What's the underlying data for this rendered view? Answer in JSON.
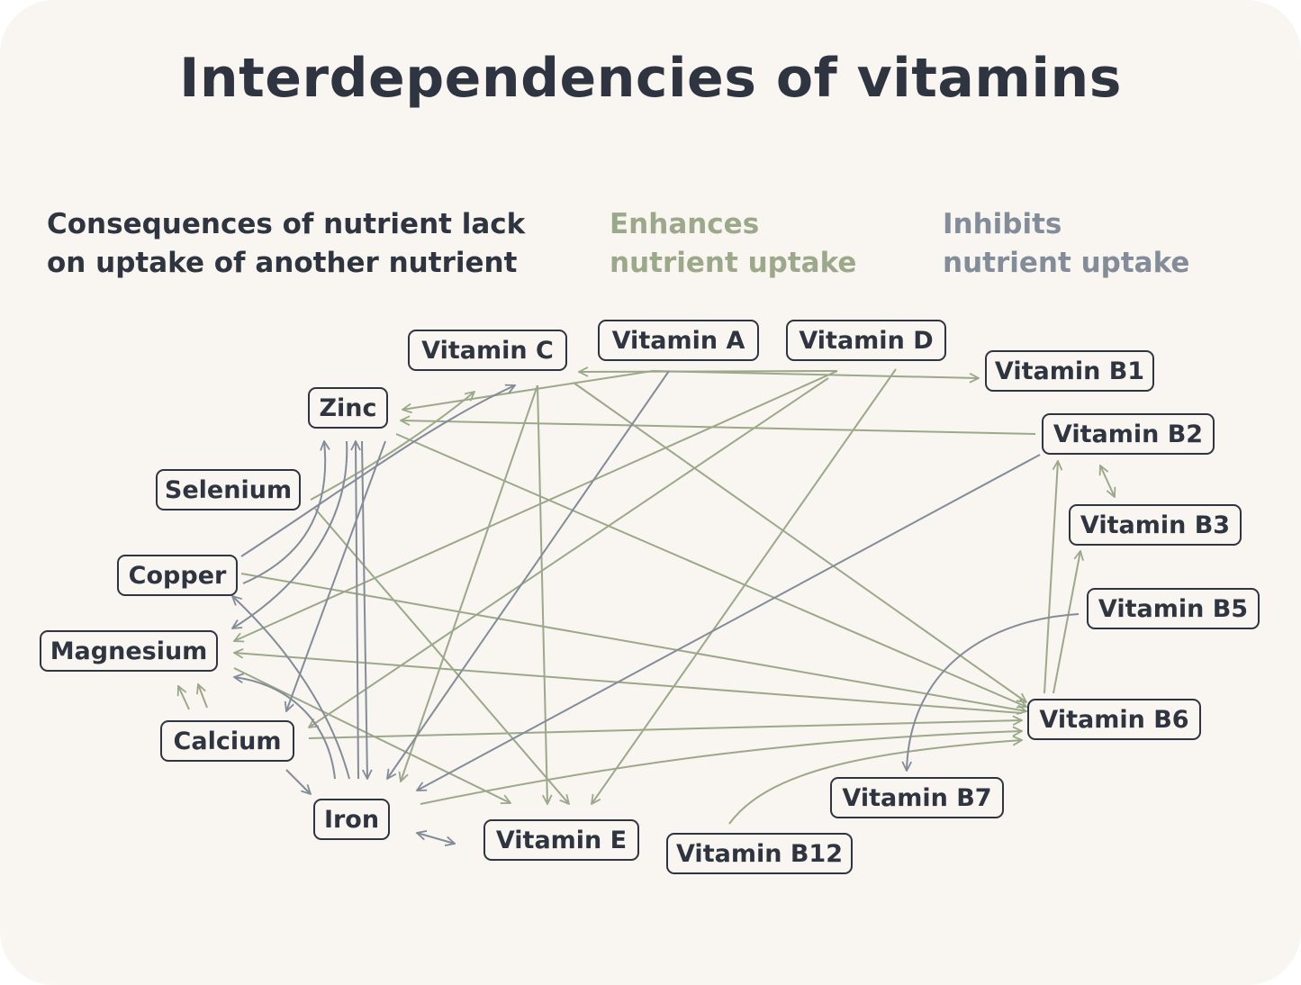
{
  "title": "Interdependencies of vitamins",
  "legend": {
    "main": [
      "Consequences of nutrient lack",
      "on uptake of another nutrient"
    ],
    "enhances": [
      "Enhances",
      "nutrient uptake"
    ],
    "inhibits": [
      "Inhibits",
      "nutrient uptake"
    ]
  },
  "colors": {
    "background": "#f9f5f0",
    "text": "#2f3540",
    "enhances": "#9ba98a",
    "inhibits": "#838c99"
  },
  "nodes": {
    "vitamin_c": "Vitamin C",
    "vitamin_a": "Vitamin A",
    "vitamin_d": "Vitamin D",
    "vitamin_b1": "Vitamin B1",
    "zinc": "Zinc",
    "vitamin_b2": "Vitamin B2",
    "selenium": "Selenium",
    "vitamin_b3": "Vitamin B3",
    "copper": "Copper",
    "vitamin_b5": "Vitamin B5",
    "magnesium": "Magnesium",
    "vitamin_b6": "Vitamin B6",
    "calcium": "Calcium",
    "vitamin_b7": "Vitamin B7",
    "iron": "Iron",
    "vitamin_e": "Vitamin E",
    "vitamin_b12": "Vitamin B12"
  }
}
